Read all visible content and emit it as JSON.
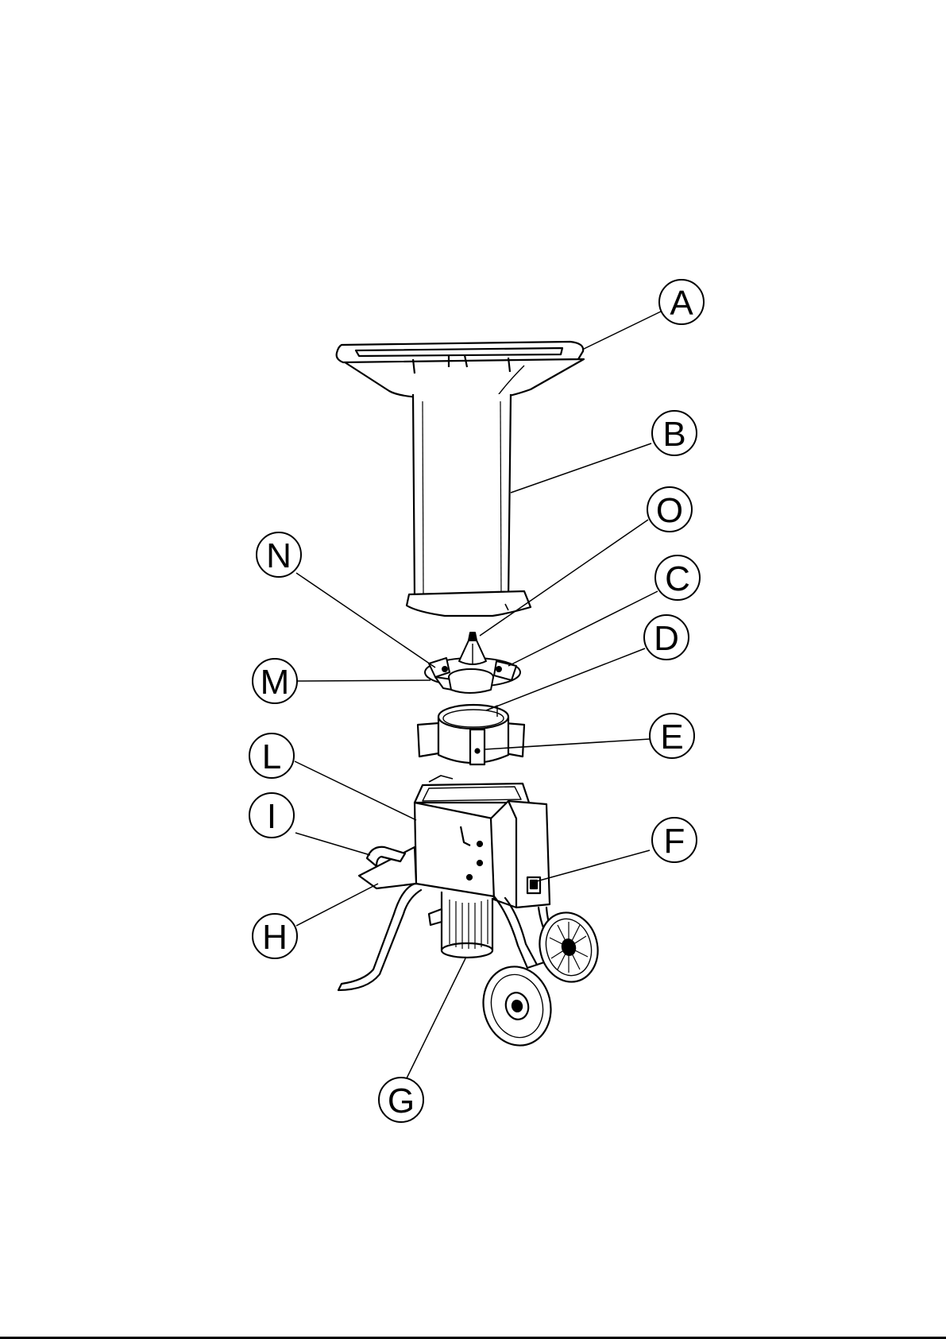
{
  "colors": {
    "ink": "#000000",
    "paper": "#ffffff"
  },
  "callouts": [
    {
      "id": "A",
      "label": "A"
    },
    {
      "id": "B",
      "label": "B"
    },
    {
      "id": "O",
      "label": "O"
    },
    {
      "id": "C",
      "label": "C"
    },
    {
      "id": "D",
      "label": "D"
    },
    {
      "id": "N",
      "label": "N"
    },
    {
      "id": "M",
      "label": "M"
    },
    {
      "id": "E",
      "label": "E"
    },
    {
      "id": "L",
      "label": "L"
    },
    {
      "id": "I",
      "label": "I"
    },
    {
      "id": "F",
      "label": "F"
    },
    {
      "id": "H",
      "label": "H"
    },
    {
      "id": "G",
      "label": "G"
    }
  ]
}
